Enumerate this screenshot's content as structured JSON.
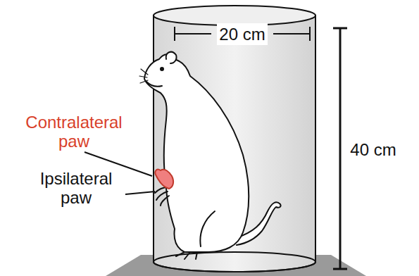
{
  "diagram": {
    "labels": [
      "Contralateral paw",
      "Ipsilateral paw",
      "20 cm",
      "40 cm"
    ]
  }
}
